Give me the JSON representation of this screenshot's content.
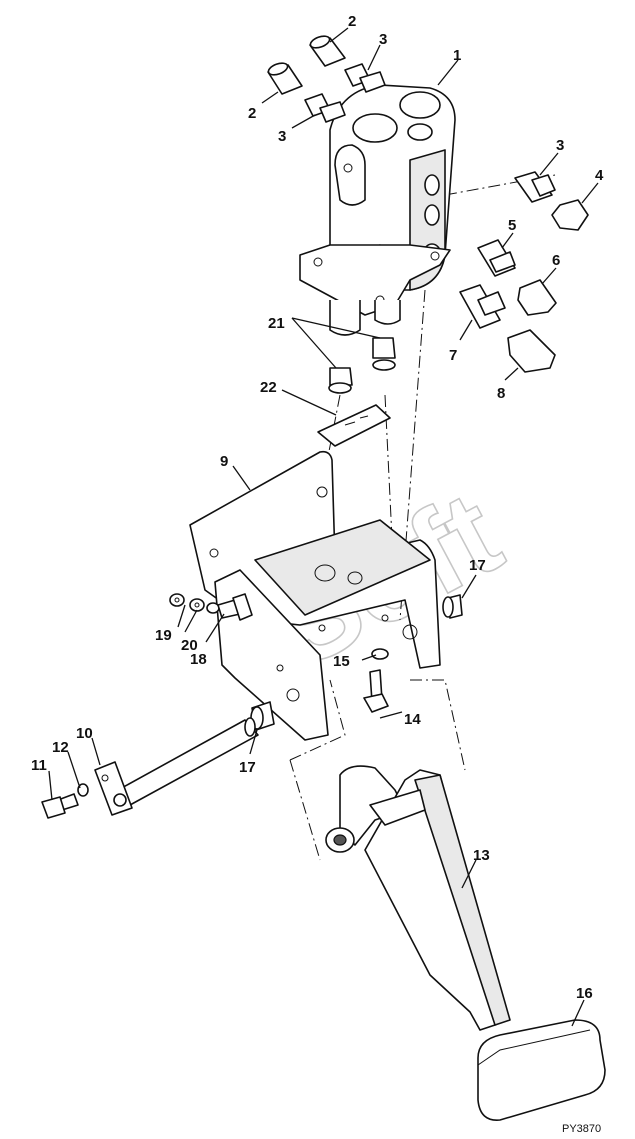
{
  "figure_id": "PY3870",
  "watermark": "Soft",
  "callouts": [
    "1",
    "2",
    "2",
    "3",
    "3",
    "3",
    "4",
    "5",
    "6",
    "7",
    "8",
    "9",
    "10",
    "11",
    "12",
    "13",
    "14",
    "15",
    "16",
    "17",
    "17",
    "18",
    "19",
    "20",
    "21",
    "22"
  ]
}
